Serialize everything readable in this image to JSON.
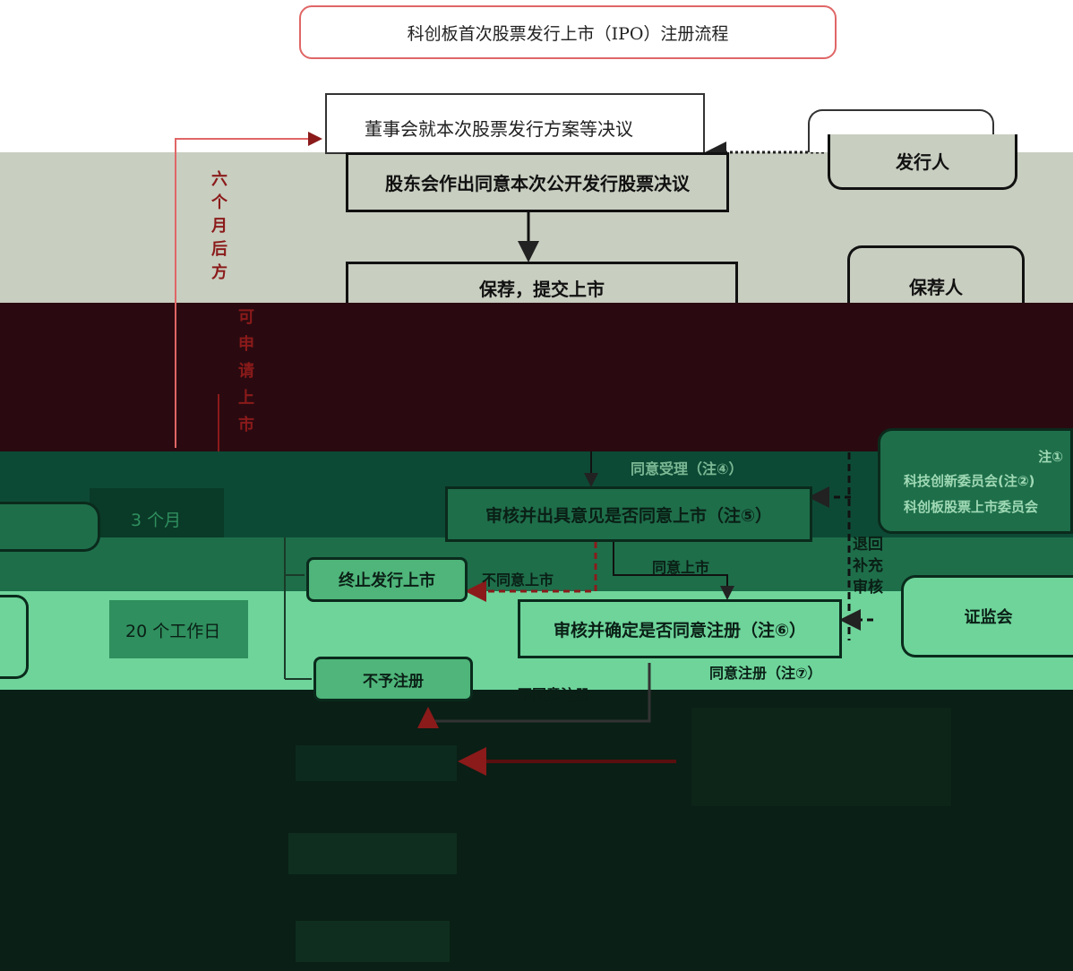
{
  "title": "科创板首次股票发行上市（IPO）注册流程",
  "nodes": {
    "board_resolution": "董事会就本次股票发行方案等决议",
    "shareholder_resolution": "股东会作出同意本次公开发行股票决议",
    "sponsor_submit": "保荐，提交上市",
    "accept_note": "同意受理（注④）",
    "review_opinion": "审核并出具意见是否同意上市（注⑤）",
    "terminate": "终止发行上市",
    "disagree_listing": "不同意上市",
    "agree_listing": "同意上市",
    "register_decision": "审核并确定是否同意注册（注⑥）",
    "no_register": "不予注册",
    "disagree_register": "不同意注册",
    "agree_register": "同意注册（注⑦）",
    "returned_review": [
      "退",
      "回",
      "补",
      "充",
      "审",
      "核"
    ]
  },
  "actors": {
    "issuer": "发行人",
    "sponsor": "保荐人",
    "exchange_note": "注①",
    "committee_1": "科技创新委员会(注②)",
    "committee_2": "科创板股票上市委员会",
    "csrc": "证监会"
  },
  "timeline": {
    "six_months": [
      "六",
      "个",
      "月",
      "后",
      "方",
      "可",
      "申",
      "请",
      "上",
      "市"
    ],
    "three_months": "3 个月",
    "twenty_days": "20 个工作日"
  },
  "colors": {
    "title_border": "#e06666",
    "dark_band": "#2a0a10",
    "deep_green": "#0d4a35",
    "mid_green": "#1e6e4a",
    "light_green": "#6ed49a",
    "box_green": "#4fb57a",
    "bottom_band": "#0a1f16",
    "accent_red": "#8b1a1a",
    "grey_panel": "#c8cec0"
  }
}
